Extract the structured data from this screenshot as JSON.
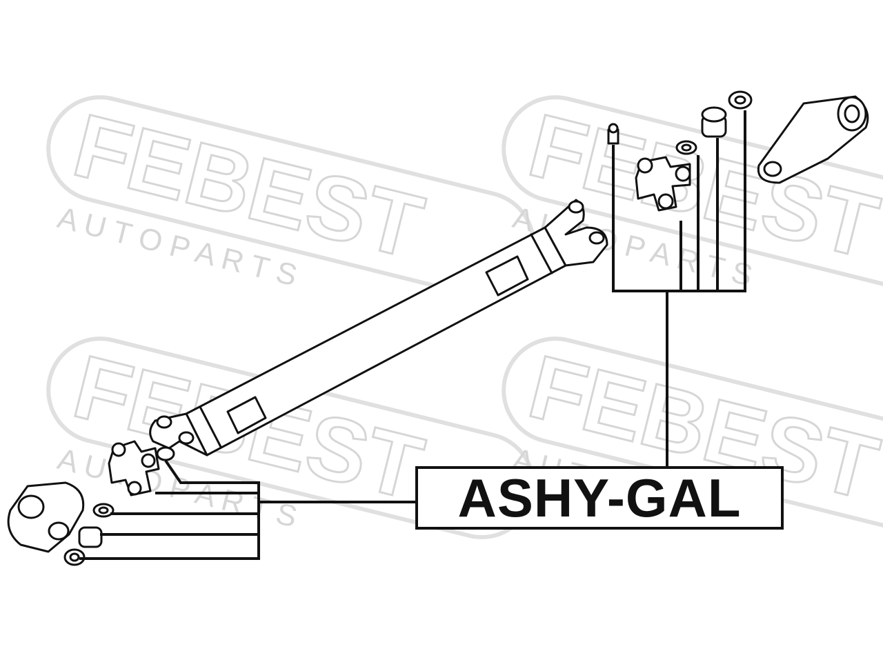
{
  "watermark": {
    "brand": "FEBEST",
    "tagline": "A U T O   P A R T S"
  },
  "part_label": "ASHY-GAL",
  "colors": {
    "line": "#111111",
    "watermark": "#d6d6d6",
    "background": "#ffffff"
  }
}
